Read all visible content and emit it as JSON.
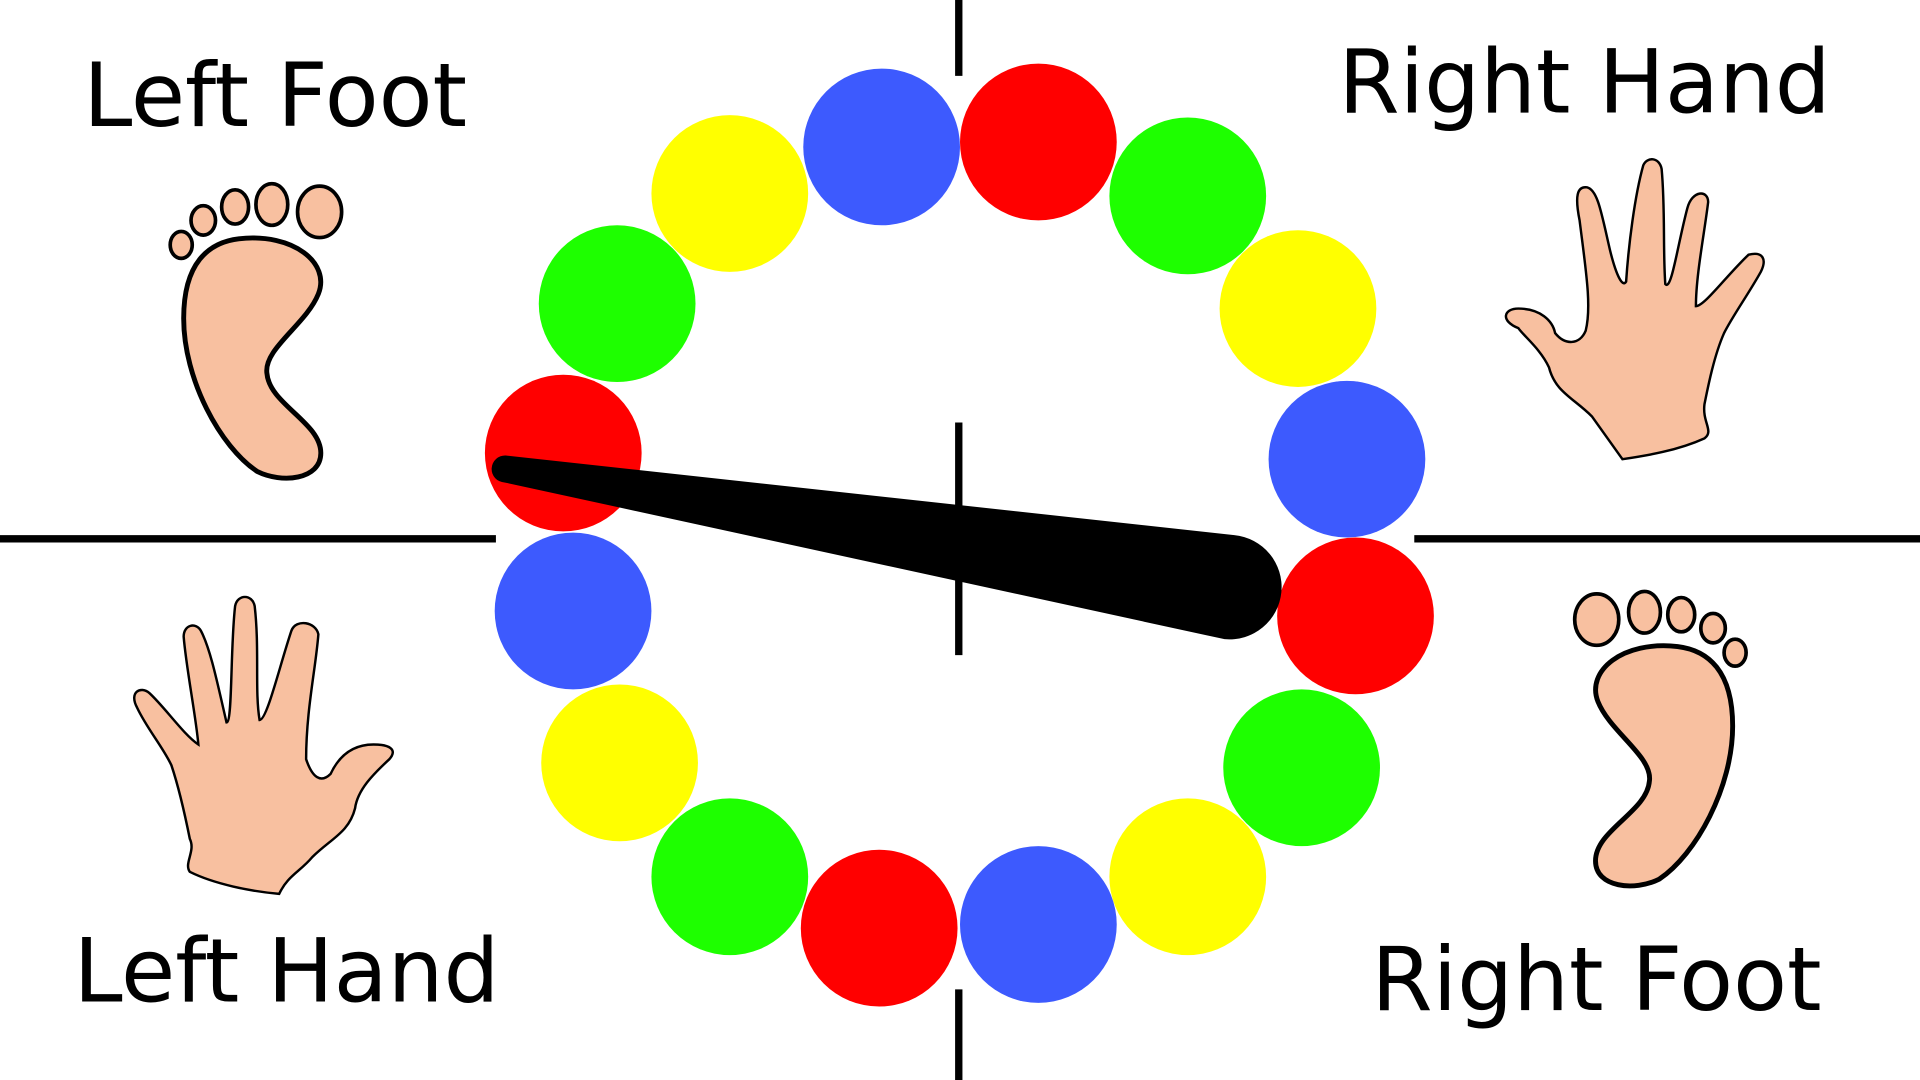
{
  "labels": {
    "left_foot": "Left Foot",
    "right_hand": "Right Hand",
    "left_hand": "Left Hand",
    "right_foot": "Right Foot"
  },
  "colors": {
    "red": "#ff0000",
    "blue": "#3d5afe",
    "green": "#1eff00",
    "yellow": "#ffff00",
    "skin": "#f8c0a0"
  },
  "spinner_ring": [
    "blue",
    "red",
    "green",
    "yellow",
    "blue",
    "red",
    "green",
    "yellow",
    "blue",
    "red",
    "green",
    "yellow",
    "blue",
    "red",
    "green",
    "yellow"
  ]
}
